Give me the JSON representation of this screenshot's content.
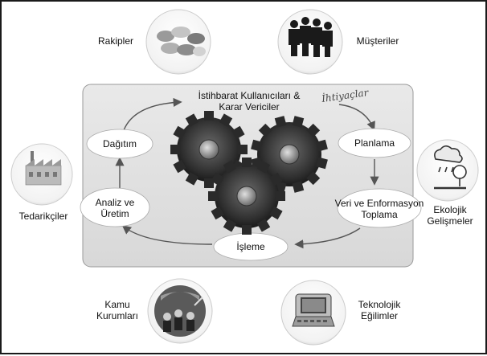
{
  "center": {
    "top": [
      "İstihbarat Kullanıcıları &",
      "Karar Vericiler"
    ],
    "annotation": "İhtiyaçlar"
  },
  "cycle": {
    "planning": "Planlama",
    "collection": [
      "Veri ve Enformasyon",
      "Toplama"
    ],
    "processing": "İşleme",
    "analysis": [
      "Analiz ve",
      "Üretim"
    ],
    "dissemination": "Dağıtım"
  },
  "external": {
    "competitors": "Rakipler",
    "customers": "Müşteriler",
    "suppliers": "Tedarikçiler",
    "ecological": [
      "Ekolojik",
      "Gelişmeler"
    ],
    "government": [
      "Kamu",
      "Kurumları"
    ],
    "technology": [
      "Teknolojik",
      "Eğilimler"
    ]
  },
  "icons": {
    "competitors": "stones-icon",
    "customers": "people-silhouettes-icon",
    "suppliers": "factory-icon",
    "ecological": "tree-rain-icon",
    "government": "crowd-icon",
    "technology": "handheld-device-icon",
    "center": "gears-icon"
  },
  "colors": {
    "panel": "#e2e2e2",
    "ellipse": "#ffffff",
    "gear": "#2b2b2b",
    "arrow": "#555555"
  }
}
